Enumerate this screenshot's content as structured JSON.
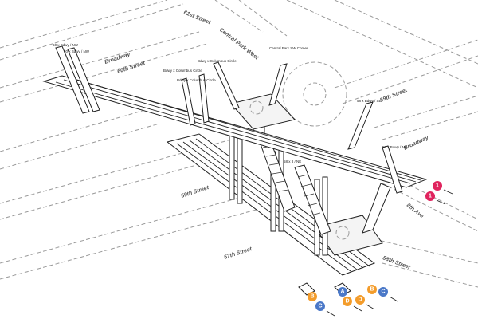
{
  "streets": {
    "s61": "61st Street",
    "cpw": "Central Park West",
    "broadway_top": "Broadway",
    "s60": "60th Street",
    "s59_left": "59th Street",
    "broadway_right": "Broadway",
    "s59_right": "59th Street",
    "eighth_ave": "8th Ave",
    "s58": "58th Street",
    "s57": "57th Street"
  },
  "entrances": {
    "e1": "60 x Bdwy / NW",
    "e2": "60 x Bdwy / NW",
    "e3": "Bdwy x Columbus Circle",
    "e4": "Bdwy x Columbus Circle",
    "e5": "Bdwy x Columbus Circle",
    "e6": "Central Park SW Corner",
    "e7": "58 x Bdwy / SE",
    "e8": "58 x Bdwy / NE",
    "e9": "58 x 8 / NE"
  },
  "routes": {
    "red_1": "1",
    "orange_b": "B",
    "orange_d": "D",
    "blue_a": "A",
    "blue_c": "C"
  },
  "colors": {
    "red": "#e0245e",
    "orange": "#f39c2b",
    "blue": "#4a78c8"
  }
}
